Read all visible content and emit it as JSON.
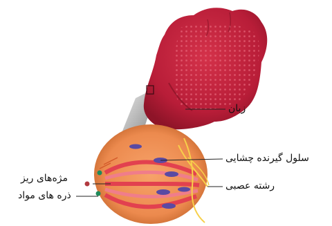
{
  "labels": {
    "tongue": "زبان",
    "taste_receptor_cell": "سلول گیرنده چشایی",
    "nerve_fiber": "رشته عصبی",
    "microvilli": "مژه‌های ریز",
    "substance_particles": "ذره های مواد"
  }
}
